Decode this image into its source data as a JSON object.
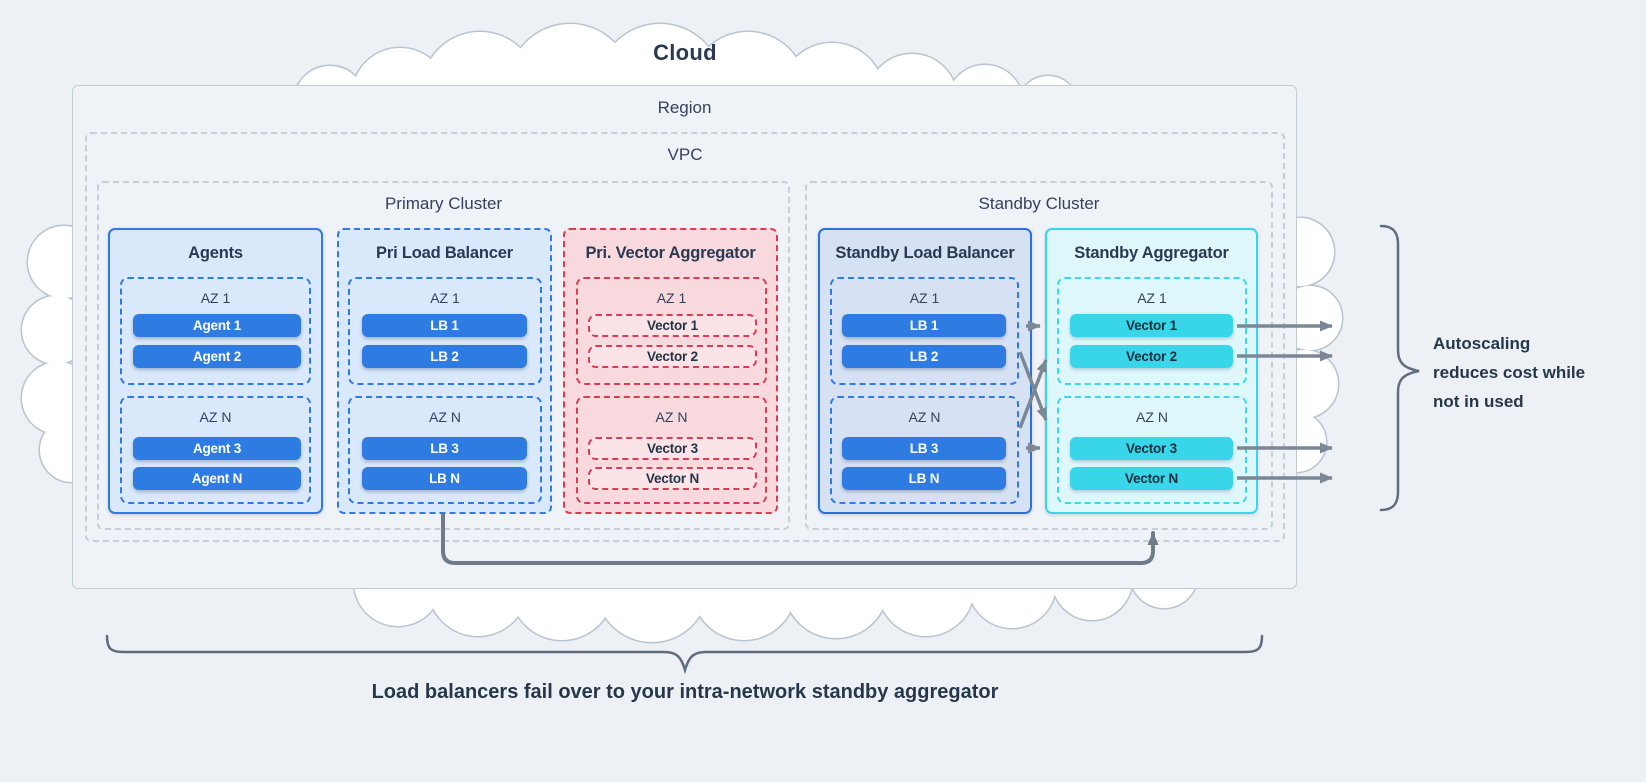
{
  "title": "Cloud",
  "region": {
    "label": "Region"
  },
  "vpc": {
    "label": "VPC"
  },
  "clusters": {
    "primary_label": "Primary Cluster",
    "standby_label": "Standby Cluster"
  },
  "az": {
    "az1_label": "AZ 1",
    "azn_label": "AZ N"
  },
  "columns": [
    {
      "title": "Agents",
      "items": [
        "Agent 1",
        "Agent 2",
        "Agent 3",
        "Agent N"
      ]
    },
    {
      "title": "Pri Load Balancer",
      "items": [
        "LB 1",
        "LB 2",
        "LB 3",
        "LB N"
      ]
    },
    {
      "title": "Pri. Vector Aggregator",
      "items": [
        "Vector 1",
        "Vector 2",
        "Vector 3",
        "Vector N"
      ]
    },
    {
      "title": "Standby Load Balancer",
      "items": [
        "LB 1",
        "LB 2",
        "LB 3",
        "LB N"
      ]
    },
    {
      "title": "Standby Aggregator",
      "items": [
        "Vector 1",
        "Vector 2",
        "Vector 3",
        "Vector N"
      ]
    }
  ],
  "annotations": {
    "autoscaling_lines": [
      "Autoscaling",
      "reduces cost while",
      "not in used"
    ],
    "failover_text": "Load balancers fail over to your intra-network standby aggregator"
  },
  "colors": {
    "background": "#edf1f5",
    "cloud_white": "#ffffff",
    "cloud_outline": "#bac4d0",
    "blue_accent": "#2e7ce2",
    "blue_fill": "#d9e8fa",
    "standby_blue_border": "#2b72d7",
    "standby_blue_fill": "#d6e2f4",
    "red_accent": "#da3c51",
    "red_fill": "#f8d9de",
    "cyan_accent": "#36d7e9",
    "cyan_fill": "#ddf7fb",
    "cyan_pill": "#38d6e8",
    "arrow_gray": "#7b8795",
    "brace_gray": "#5f6d7e",
    "text_navy": "#27374a"
  }
}
